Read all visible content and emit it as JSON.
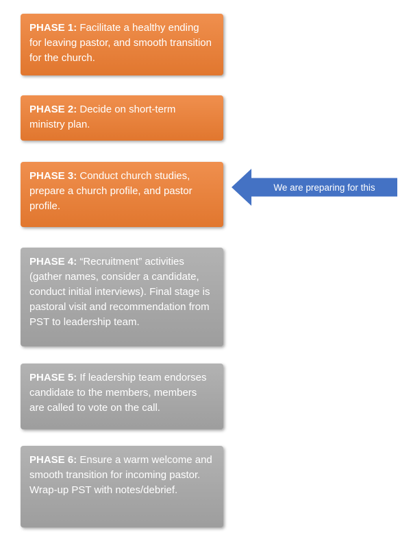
{
  "colors": {
    "orange": "#ED7D31",
    "gray": "#A6A6A6",
    "blue": "#4472C4"
  },
  "phases": [
    {
      "label": "PHASE 1:",
      "text": "Facilitate a healthy ending for leaving pastor, and smooth transition for the church.",
      "color": "#ED7D31"
    },
    {
      "label": "PHASE 2:",
      "text": "Decide on short-term ministry plan.",
      "color": "#ED7D31"
    },
    {
      "label": "PHASE 3:",
      "text": "Conduct church studies, prepare a church profile, and pastor profile.",
      "color": "#ED7D31"
    },
    {
      "label": "PHASE 4:",
      "text": "“Recruitment” activities (gather names, consider a candidate, conduct initial interviews). Final stage is pastoral visit and recommendation from PST to leadership team.",
      "color": "#A6A6A6"
    },
    {
      "label": "PHASE 5:",
      "text": "If leadership team endorses candidate to the members, members are called to vote on the call.",
      "color": "#A6A6A6"
    },
    {
      "label": "PHASE 6:",
      "text": "Ensure a warm welcome and smooth transition for incoming pastor. Wrap-up PST with notes/debrief.",
      "color": "#A6A6A6"
    }
  ],
  "callout": {
    "text": "We are preparing for this",
    "color": "#4472C4"
  }
}
